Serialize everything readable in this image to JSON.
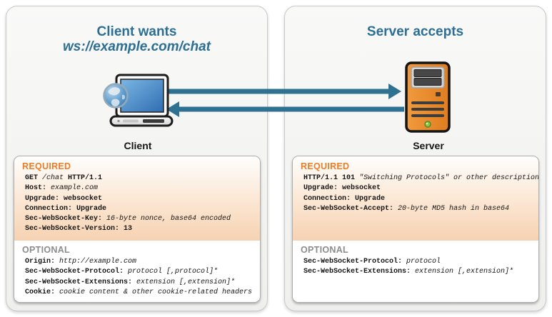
{
  "diagram": {
    "panels": [
      {
        "title_lines": [
          "Client wants",
          "ws://example.com/chat"
        ],
        "device": "Client",
        "icon": "laptop-globe-icon",
        "required": {
          "heading": "REQUIRED",
          "lines": [
            [
              [
                "b",
                "GET "
              ],
              [
                "i",
                "/chat "
              ],
              [
                "b",
                "HTTP/1.1"
              ]
            ],
            [
              [
                "b",
                "Host: "
              ],
              [
                "i",
                "example.com"
              ]
            ],
            [
              [
                "b",
                "Upgrade: websocket"
              ]
            ],
            [
              [
                "b",
                "Connection: Upgrade"
              ]
            ],
            [
              [
                "b",
                "Sec-WebSocket-Key: "
              ],
              [
                "i",
                "16-byte nonce, base64 encoded"
              ]
            ],
            [
              [
                "b",
                "Sec-WebSocket-Version: 13"
              ]
            ]
          ]
        },
        "optional": {
          "heading": "OPTIONAL",
          "lines": [
            [
              [
                "b",
                "Origin: "
              ],
              [
                "i",
                "http://example.com"
              ]
            ],
            [
              [
                "b",
                "Sec-WebSocket-Protocol: "
              ],
              [
                "i",
                "protocol [,protocol]*"
              ]
            ],
            [
              [
                "b",
                "Sec-WebSocket-Extensions: "
              ],
              [
                "i",
                "extension [,extension]*"
              ]
            ],
            [
              [
                "b",
                "Cookie: "
              ],
              [
                "i",
                "cookie content & other cookie-related headers"
              ]
            ]
          ]
        }
      },
      {
        "title_lines": [
          "Server accepts"
        ],
        "device": "Server",
        "icon": "server-tower-icon",
        "required": {
          "heading": "REQUIRED",
          "lines": [
            [
              [
                "b",
                "HTTP/1.1 101 "
              ],
              [
                "i",
                "\"Switching Protocols\" or other description"
              ]
            ],
            [
              [
                "b",
                "Upgrade: websocket"
              ]
            ],
            [
              [
                "b",
                "Connection: Upgrade"
              ]
            ],
            [
              [
                "b",
                "Sec-WebSocket-Accept: "
              ],
              [
                "i",
                "20-byte MD5 hash in base64"
              ]
            ]
          ]
        },
        "optional": {
          "heading": "OPTIONAL",
          "lines": [
            [
              [
                "b",
                "Sec-WebSocket-Protocol: "
              ],
              [
                "i",
                "protocol"
              ]
            ],
            [
              [
                "b",
                "Sec-WebSocket-Extensions: "
              ],
              [
                "i",
                "extension [,extension]*"
              ]
            ]
          ]
        }
      }
    ],
    "colors": {
      "title": "#2d6e93",
      "arrow": "#2e7191",
      "required_heading": "#ee7c26",
      "optional_heading": "#8c8c8c",
      "peach": "#f6d2b2",
      "server_orange": "#ec8a2c",
      "screen_blue": "#2f6db2"
    }
  }
}
